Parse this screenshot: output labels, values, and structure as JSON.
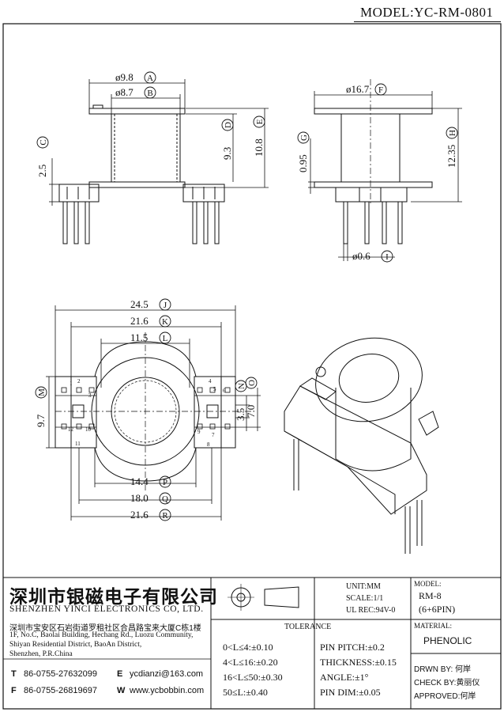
{
  "header": {
    "model_title": "MODEL:YC-RM-0801"
  },
  "dims": {
    "d98": "ø9.8",
    "A": "A",
    "d87": "ø8.7",
    "B": "B",
    "h25": "2.5",
    "C": "C",
    "h93": "9.3",
    "D": "D",
    "h108": "10.8",
    "E": "E",
    "d167": "ø16.7",
    "F": "F",
    "h095": "0.95",
    "G": "G",
    "h1235": "12.35",
    "H": "H",
    "d06": "ø0.6",
    "I": "I",
    "w245": "24.5",
    "J": "J",
    "w216": "21.6",
    "K": "K",
    "w115": "11.5",
    "L": "L",
    "h97": "9.7",
    "M": "M",
    "h35": "3.5",
    "N": "N",
    "h70": "7.0",
    "O": "O",
    "w144": "14.4",
    "P": "P",
    "w180": "18.0",
    "Q": "Q",
    "w216b": "21.6",
    "R": "R"
  },
  "pins": [
    "1",
    "2",
    "3",
    "4",
    "5",
    "6",
    "7",
    "8",
    "9",
    "10",
    "11",
    "12"
  ],
  "company": {
    "name_cn": "深圳市银磁电子有限公司",
    "name_en": "SHENZHEN YINCI ELECTRONICS CO, LTD.",
    "addr_cn": "深圳市宝安区石岩街道罗租社区合昌路宝来大厦C栋1楼",
    "addr_en1": "1F, No.C, Baolai Building, Hechang Rd., Luozu Community,",
    "addr_en2": "Shiyan Residential District, BaoAn District,",
    "addr_en3": "Shenzhen, P.R.China",
    "t_label": "T",
    "tel": "86-0755-27632099",
    "f_label": "F",
    "fax": "86-0755-26819697",
    "e_label": "E",
    "email": "ycdianzi@163.com",
    "w_label": "W",
    "web": "www.ycbobbin.com"
  },
  "specs": {
    "unit": "UNIT:MM",
    "scale": "SCALE:1/1",
    "ul": "UL REC:94V-0",
    "model_label": "MODEL:",
    "model_value": "RM-8",
    "pins_value": "(6+6PIN)",
    "material_label": "MATERIAL:",
    "material_value": "PHENOLIC",
    "tolerance_title": "TOLERANCE",
    "tol": [
      "0<L≤4:±0.10",
      "4<L≤16:±0.20",
      "16<L≤50:±0.30",
      "50≤L:±0.40"
    ],
    "pin_pitch": "PIN PITCH:±0.2",
    "thickness": "THICKNESS:±0.15",
    "angle": "ANGLE:±1°",
    "pin_dim": "PIN DIM:±0.05",
    "drwn": "DRWN BY: 何岸",
    "check": "CHECK BY:黄丽仪",
    "approved": "APPROVED:何岸"
  }
}
